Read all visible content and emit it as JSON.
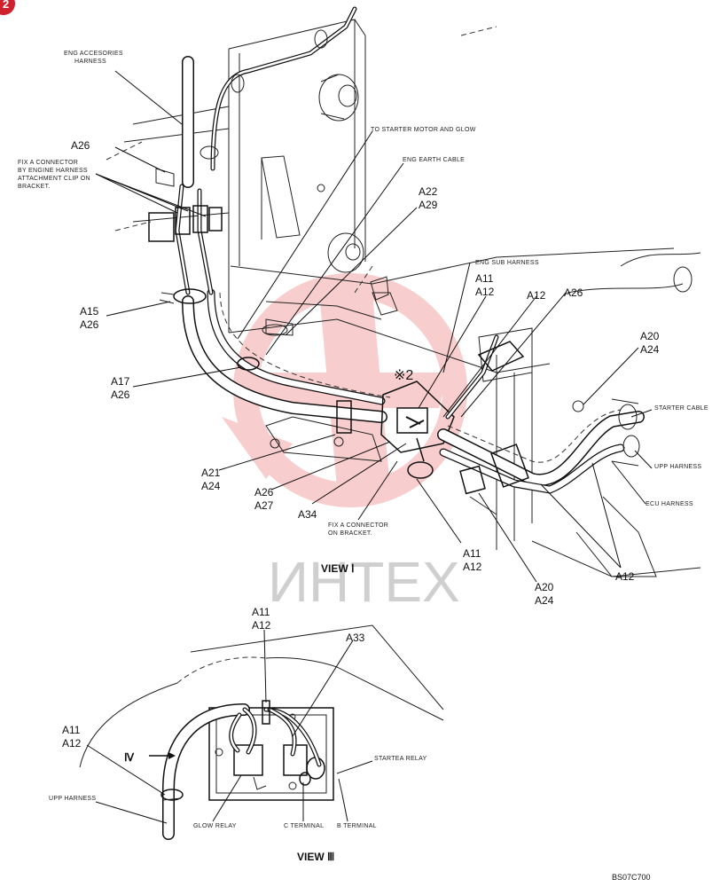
{
  "badge": {
    "text": "2",
    "color": "#d0202e"
  },
  "watermark": {
    "logo_color": "#f4a6a6",
    "text": "ИНТЕХ",
    "text_color": "#cfcfcf"
  },
  "view1": {
    "title": "VIEW Ⅰ",
    "mark": "※2",
    "notes": {
      "eng_accessories_1": "ENG ACCESORIES",
      "eng_accessories_2": "HARNESS",
      "fix_clip_1": "FIX A CONNECTOR",
      "fix_clip_2": "BY ENGINE HARNESS",
      "fix_clip_3": "ATTACHMENT CLIP ON",
      "fix_clip_4": "BRACKET.",
      "starter_glow": "TO STARTER MOTOR AND GLOW",
      "earth_cable": "ENG EARTH CABLE",
      "sub_harness": "ENG SUB HARNESS",
      "starter_cable": "STARTER CABLE",
      "upp_harness": "UPP HARNESS",
      "ecu_harness": "ECU HARNESS",
      "fix_bracket_1": "FIX A CONNECTOR",
      "fix_bracket_2": "ON BRACKET."
    },
    "codes": {
      "a26_top": "A26",
      "a22": "A22",
      "a29": "A29",
      "a11_top": "A11",
      "a12_top": "A12",
      "a12_mid": "A12",
      "a26_right": "A26",
      "a20_top": "A20",
      "a24_top": "A24",
      "a15": "A15",
      "a26_left": "A26",
      "a17": "A17",
      "a26_low": "A26",
      "a21": "A21",
      "a24_low": "A24",
      "a26_b": "A26",
      "a27": "A27",
      "a34": "A34",
      "a11_low": "A11",
      "a12_low": "A12",
      "a20_low": "A20",
      "a24_bottom": "A24",
      "a12_right": "A12"
    }
  },
  "view3": {
    "title": "VIEW Ⅲ",
    "arrow_label": "Ⅳ",
    "codes": {
      "a11_top": "A11",
      "a12_top": "A12",
      "a33": "A33",
      "a11_left": "A11",
      "a12_left": "A12"
    },
    "notes": {
      "upp_harness": "UPP HARNESS",
      "glow_relay": "GLOW RELAY",
      "c_terminal": "C TERMINAL",
      "b_terminal": "B TERMINAL",
      "starter_relay": "STARTEA RELAY"
    }
  },
  "drawing_code": "BS07C700"
}
